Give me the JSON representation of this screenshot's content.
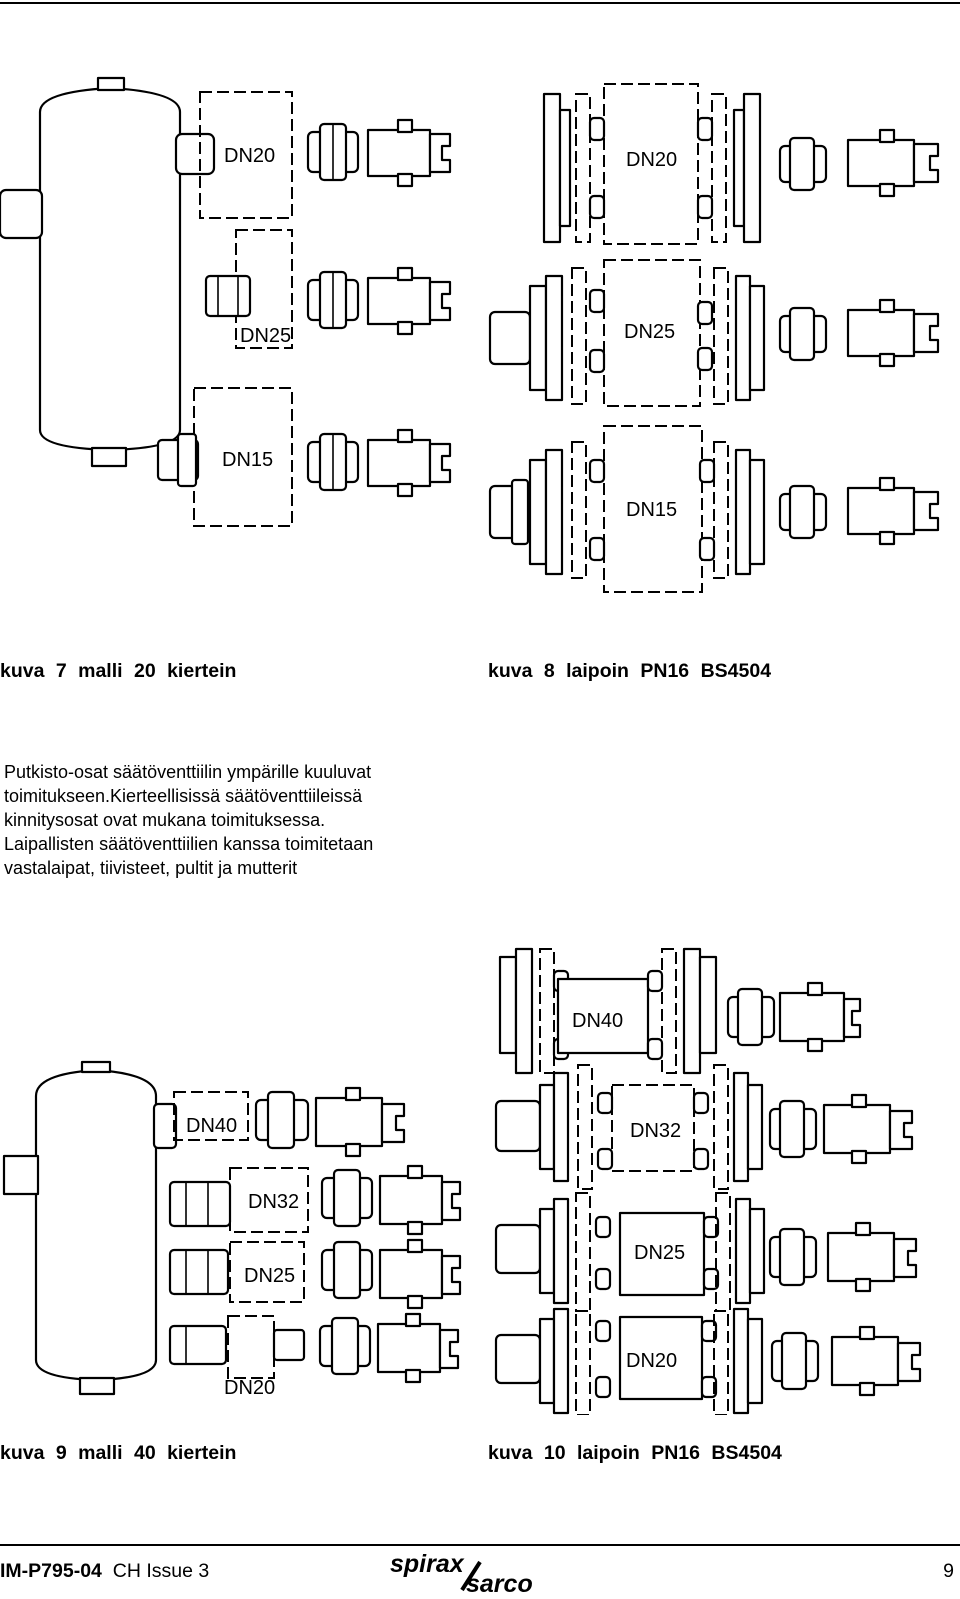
{
  "labels": {
    "fig7": [
      "DN20",
      "DN25",
      "DN15"
    ],
    "fig8": [
      "DN20",
      "DN25",
      "DN15"
    ],
    "fig9": [
      "DN40",
      "DN32",
      "DN25",
      "DN20"
    ],
    "fig10": [
      "DN40",
      "DN32",
      "DN25",
      "DN20"
    ]
  },
  "captions": {
    "fig7": "kuva 7 malli 20 kiertein",
    "fig8": "kuva 8 laipoin PN16 BS4504",
    "fig9": "kuva 9 malli 40 kiertein",
    "fig10": "kuva 10 laipoin PN16 BS4504"
  },
  "paragraph": [
    "Putkisto-osat säätöventtiilin ympärille kuuluvat",
    "toimitukseen.Kierteellisissä säätöventtiileissä",
    "kinnitysosat ovat mukana toimituksessa.",
    "Laipallisten säätöventtiilien kanssa toimitetaan",
    "vastalaipat, tiivisteet, pultit ja mutterit"
  ],
  "footer": {
    "doc_code": "IM-P795-04",
    "issue": "CH Issue 3",
    "logo_top": "spirax",
    "logo_bottom": "sarco",
    "page_number": "9"
  }
}
